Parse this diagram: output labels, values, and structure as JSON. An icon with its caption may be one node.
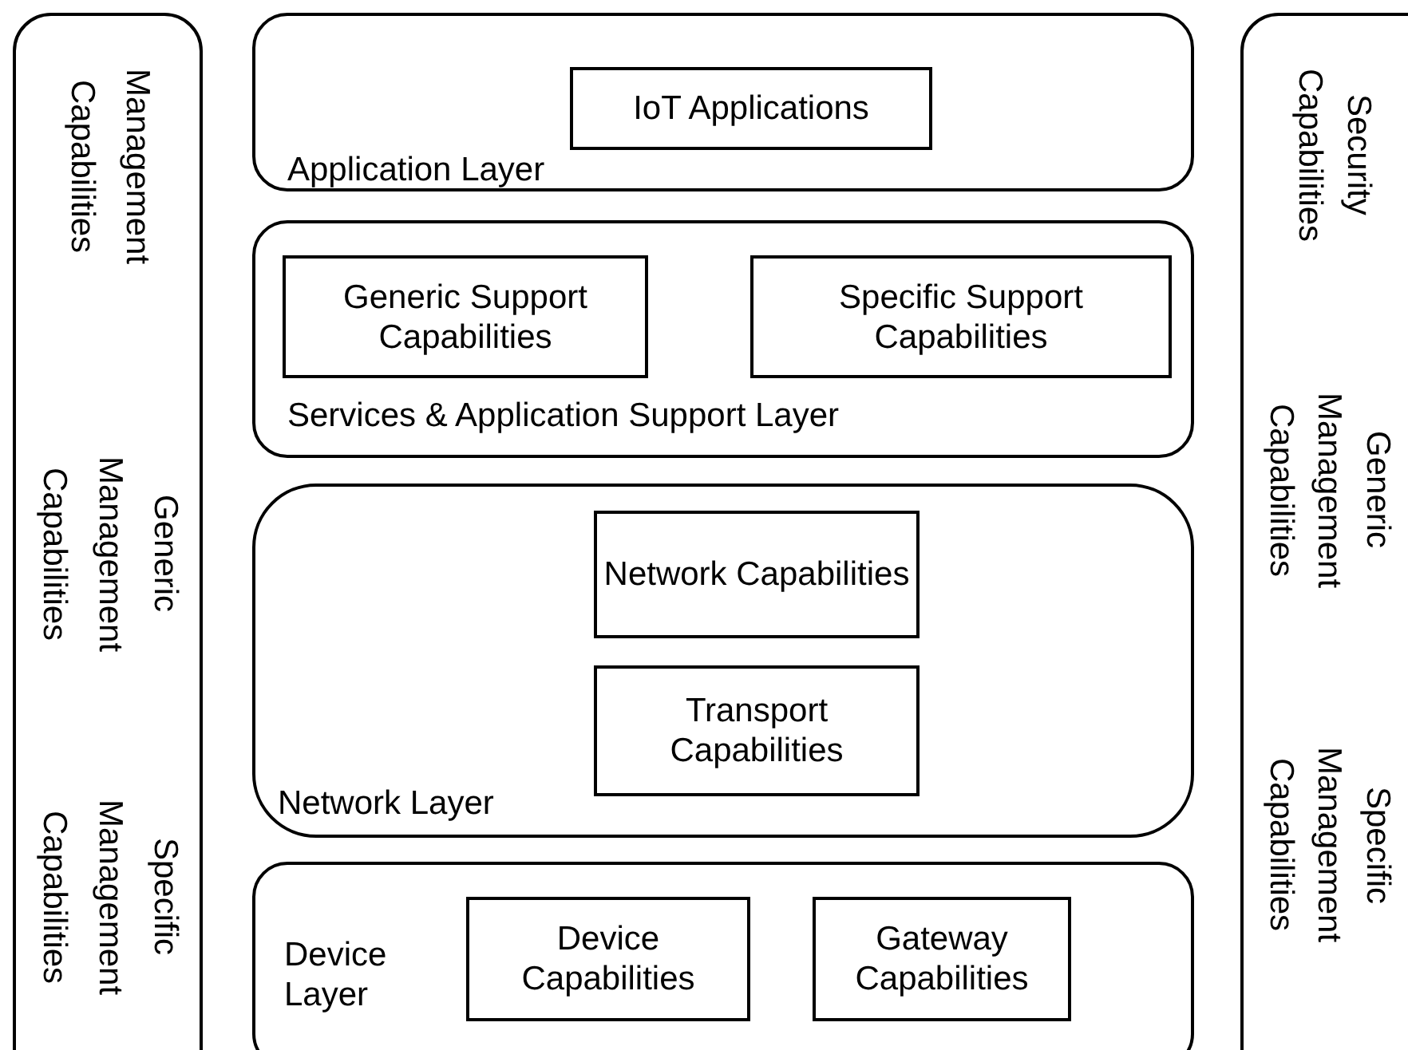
{
  "diagram": {
    "nodes": [
      {
        "text": [
          "Management Capabilities",
          "Generic Management Capabilities",
          "Specific Management Capabilities"
        ]
      },
      {
        "text": [
          "Application Layer"
        ]
      },
      {
        "text": [
          "IoT Applications"
        ],
        "in": 1
      },
      {
        "text": [
          "Services & Application Support Layer"
        ]
      },
      {
        "text": [
          "Generic Support Capabilities"
        ],
        "in": 3
      },
      {
        "text": [
          "Specific Support Capabilities"
        ],
        "in": 3
      },
      {
        "text": [
          "Network Layer"
        ]
      },
      {
        "text": [
          "Network Capabilities"
        ],
        "in": 6
      },
      {
        "text": [
          "Transport Capabilities"
        ],
        "in": 6
      },
      {
        "text": [
          "Device Layer"
        ]
      },
      {
        "text": [
          "Device Capabilities"
        ],
        "in": 9
      },
      {
        "text": [
          "Gateway Capabilities"
        ],
        "in": 9
      },
      {
        "text": [
          "Security Capabilities",
          "Generic Management Capabilities",
          "Specific Management Capabilities"
        ]
      }
    ]
  }
}
